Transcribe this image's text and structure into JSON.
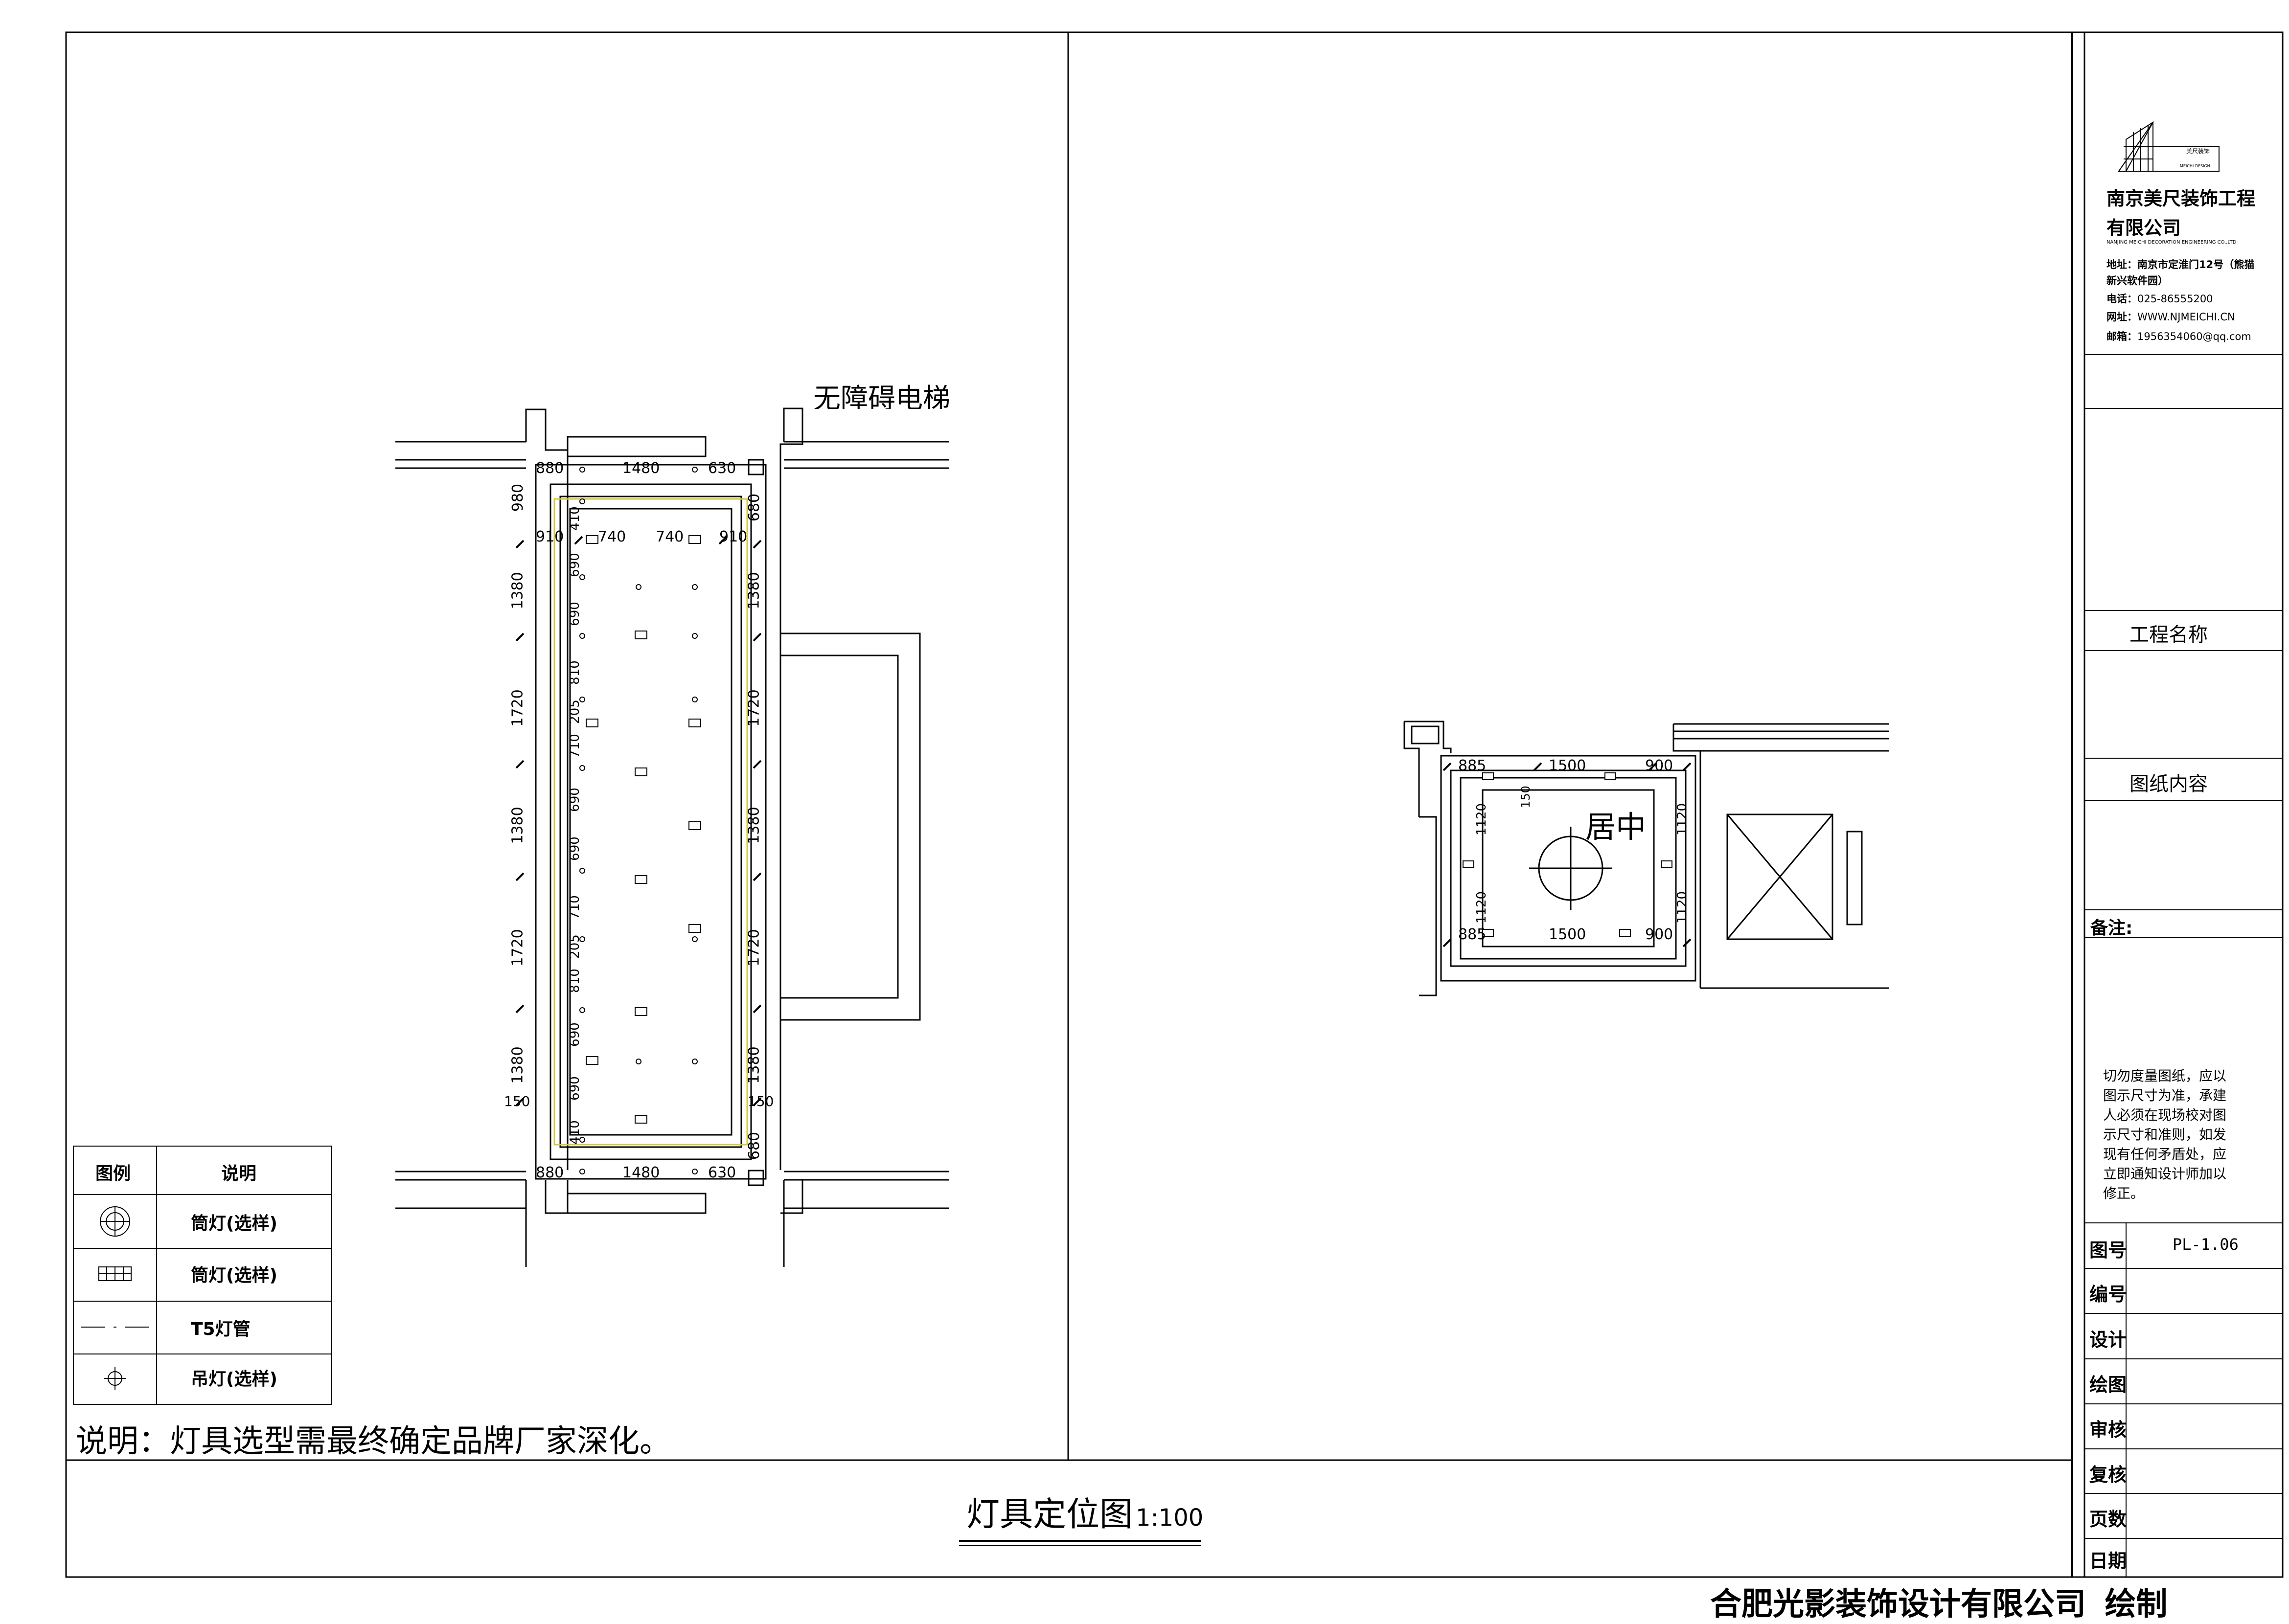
{
  "title_block": {
    "company_cn_line1": "南京美尺装饰工程",
    "company_cn_line2": "有限公司",
    "company_en": "NANJING MEICHI DECORATION ENGINEERING CO.,LTD",
    "logo_text_cn": "美尺装饰",
    "logo_text_en": "MEICHI DESIGN",
    "address_label": "地址：",
    "address_line1": "南京市定淮门12号（熊猫",
    "address_line2": "新兴软件园）",
    "phone_label": "电话：",
    "phone": "025-86555200",
    "web_label": "网址：",
    "web": "WWW.NJMEICHI.CN",
    "email_label": "邮箱：",
    "email": "1956354060@qq.com",
    "project_name_label": "工程名称",
    "drawing_content_label": "图纸内容",
    "remark_label": "备注:",
    "note_lines": [
      "切勿度量图纸，应以",
      "图示尺寸为准，承建",
      "人必须在现场校对图",
      "示尺寸和准则，如发",
      "现有任何矛盾处，应",
      "立即通知设计师加以",
      "修正。"
    ],
    "rows": [
      {
        "label": "图号",
        "value": "PL-1.06"
      },
      {
        "label": "编号",
        "value": ""
      },
      {
        "label": "设计",
        "value": ""
      },
      {
        "label": "绘图",
        "value": ""
      },
      {
        "label": "审核",
        "value": ""
      },
      {
        "label": "复核",
        "value": ""
      },
      {
        "label": "页数",
        "value": ""
      },
      {
        "label": "日期",
        "value": ""
      }
    ]
  },
  "legend": {
    "header_symbol": "图例",
    "header_desc": "说明",
    "items": [
      {
        "icon": "downlight-icon",
        "label": "筒灯(选样)"
      },
      {
        "icon": "grille-downlight-icon",
        "label": "筒灯(选样)"
      },
      {
        "icon": "t5-tube-icon",
        "label": "T5灯管"
      },
      {
        "icon": "pendant-lamp-icon",
        "label": "吊灯(选样)"
      }
    ]
  },
  "note": "说明：灯具选型需最终确定品牌厂家深化。",
  "drawing_title": "灯具定位图",
  "drawing_scale": "1:100",
  "footer": "合肥光影装饰设计有限公司 绘制",
  "plan_left": {
    "top_label": "无障碍电梯",
    "top_dims": [
      "880",
      "1480",
      "630"
    ],
    "bottom_dims": [
      "880",
      "1480",
      "630"
    ],
    "inner_dims": [
      "910",
      "740",
      "740",
      "910"
    ],
    "left_dims": [
      "980",
      "1380",
      "1720",
      "1380",
      "1720",
      "1380",
      "150"
    ],
    "right_dims": [
      "680",
      "1380",
      "1720",
      "1380",
      "1720",
      "1380",
      "150",
      "680"
    ],
    "inner_left_dims": [
      "410",
      "690",
      "690",
      "810",
      "205",
      "710",
      "690",
      "690",
      "710",
      "205",
      "810",
      "690",
      "690",
      "410"
    ]
  },
  "plan_right": {
    "center_label": "居中",
    "top_dims": [
      "885",
      "1500",
      "900"
    ],
    "bottom_dims": [
      "885",
      "1500",
      "900"
    ],
    "left_dims": [
      "1120",
      "1120"
    ],
    "right_dims": [
      "1120",
      "1120"
    ],
    "small_dim": "150"
  }
}
